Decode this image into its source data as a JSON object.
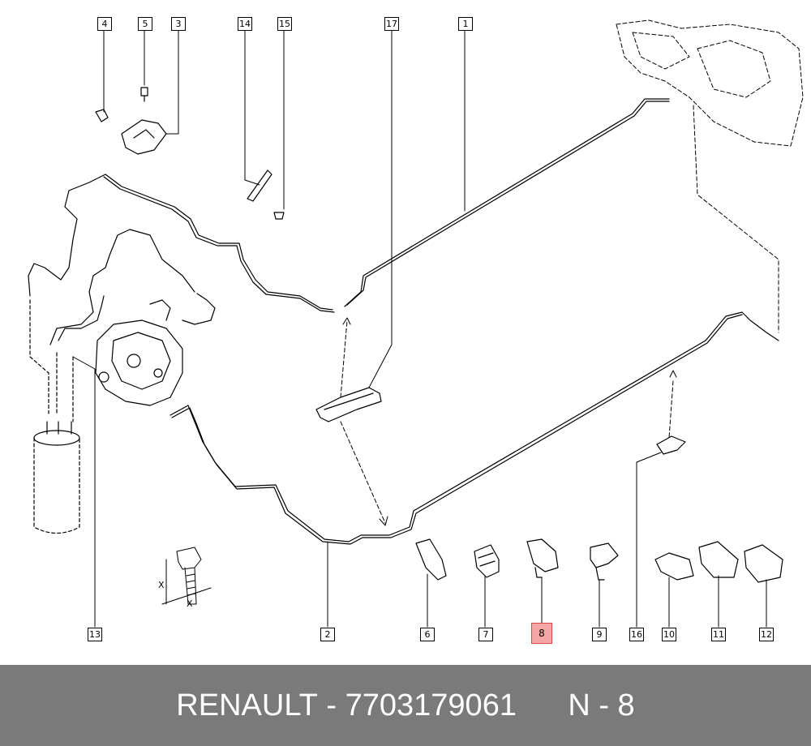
{
  "callouts": {
    "c1": "1",
    "c2": "2",
    "c3": "3",
    "c4": "4",
    "c5": "5",
    "c6": "6",
    "c7": "7",
    "c8": "8",
    "c9": "9",
    "c10": "10",
    "c11": "11",
    "c12": "12",
    "c13": "13",
    "c14": "14",
    "c15": "15",
    "c16": "16",
    "c17": "17"
  },
  "highlighted_callout": "8",
  "dimension_labels": {
    "x1": "X",
    "x2": "X"
  },
  "footer": {
    "brand": "RENAULT",
    "sep": " - ",
    "part_number": "7703179061",
    "ref": "N - 8"
  },
  "colors": {
    "highlight": "#f4a6a6",
    "footer_bg": "#7a7a7a"
  }
}
